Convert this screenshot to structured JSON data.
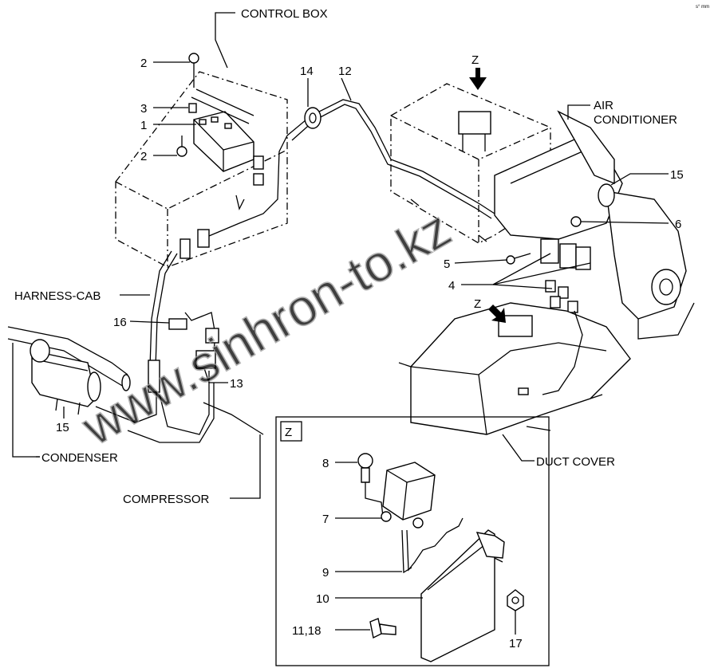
{
  "labels": {
    "control_box": "CONTROL BOX",
    "air_conditioner_1": "AIR",
    "air_conditioner_2": "CONDITIONER",
    "harness_cab": "HARNESS-CAB",
    "condenser": "CONDENSER",
    "compressor": "COMPRESSOR",
    "duct_cover": "DUCT COVER",
    "view_z": "Z",
    "view_z_arrow_1": "Z",
    "view_z_arrow_2": "Z"
  },
  "callouts": {
    "c1": "1",
    "c2a": "2",
    "c2b": "2",
    "c3": "3",
    "c4": "4",
    "c5": "5",
    "c6": "6",
    "c7": "7",
    "c8": "8",
    "c9": "9",
    "c10": "10",
    "c11_18": "11,18",
    "c12": "12",
    "c13": "13",
    "c14": "14",
    "c15a": "15",
    "c15b": "15",
    "c16": "16",
    "c17": "17"
  },
  "watermark": "www.sinhron-to.kz",
  "corner_mark": "s° mm"
}
